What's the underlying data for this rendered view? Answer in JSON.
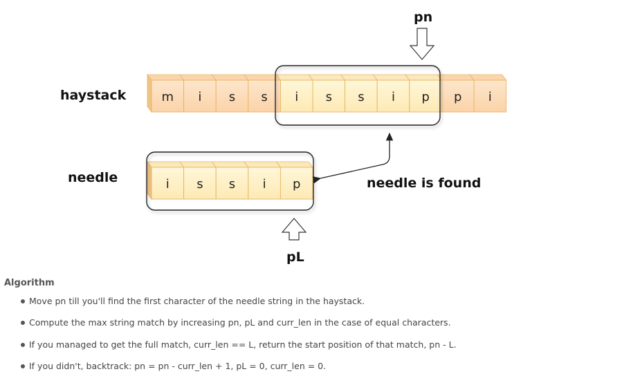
{
  "diagram": {
    "haystack_label": "haystack",
    "needle_label": "needle",
    "pn_label": "pn",
    "pl_label": "pL",
    "found_label": "needle is found",
    "haystack_chars": [
      "m",
      "i",
      "s",
      "s",
      "i",
      "s",
      "s",
      "i",
      "p",
      "p",
      "i"
    ],
    "needle_chars": [
      "i",
      "s",
      "s",
      "i",
      "p"
    ],
    "colors": {
      "cell_light": "#fdf0cf",
      "cell_dark": "#fde0c1",
      "cell_border": "#e8b35f",
      "arrow_fill": "#ffffff"
    }
  },
  "algorithm": {
    "title": "Algorithm",
    "steps": [
      "Move pn till you'll find the first character of the needle string in the haystack.",
      "Compute the max string match by increasing pn, pL and curr_len in the case of equal characters.",
      "If you managed to get the full match, curr_len == L, return the start position of that match, pn - L.",
      "If you didn't, backtrack: pn = pn - curr_len + 1, pL = 0, curr_len = 0."
    ]
  }
}
